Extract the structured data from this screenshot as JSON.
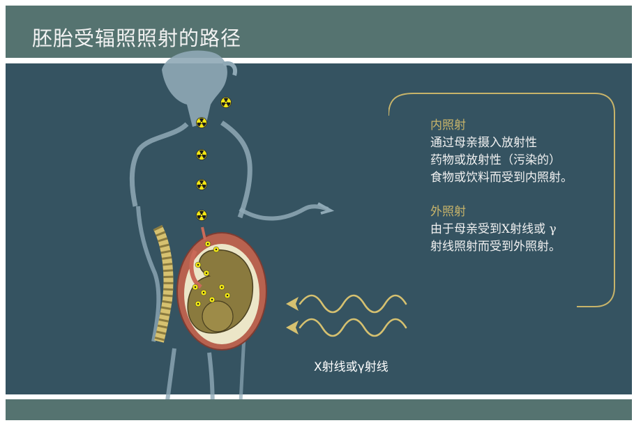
{
  "title": "胚胎受辐照照射的路径",
  "internal": {
    "heading": "内照射",
    "lines": [
      "通过母亲摄入放射性",
      "药物或放射性（污染的）",
      "食物或饮料而受到内照射。"
    ]
  },
  "external": {
    "heading": "外照射",
    "lines": [
      "由于母亲受到X射线或 γ",
      "射线照射而受到外照射。"
    ]
  },
  "ray_label": "X射线或γ射线",
  "colors": {
    "title_bar": "#557370",
    "background": "#355361",
    "silhouette": "#8fa9b6",
    "accent_gold": "#c8b46a",
    "radiation_yellow": "#f1e615"
  },
  "icons": [
    "radiation-trefoil-icon",
    "wavy-ray-arrow-icon"
  ]
}
